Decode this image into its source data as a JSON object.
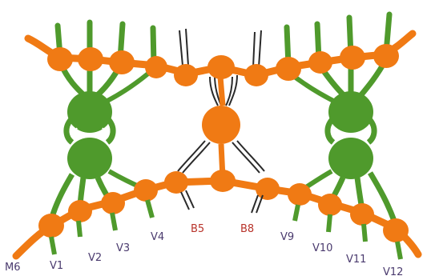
{
  "colors": {
    "background": "#ffffff",
    "orange": "#f07a14",
    "orange_dark": "#d8620a",
    "green": "#4f9a2c",
    "green_light": "#6ab23e",
    "pair_line": "#2a2a2a",
    "label_red": "#b8332a",
    "label_purple": "#4a3a6e"
  },
  "labels": [
    {
      "key": "m6",
      "text": "M6",
      "color": "label_purple"
    },
    {
      "key": "v1",
      "text": "V1",
      "color": "label_purple"
    },
    {
      "key": "v2",
      "text": "V2",
      "color": "label_purple"
    },
    {
      "key": "v3",
      "text": "V3",
      "color": "label_purple"
    },
    {
      "key": "v4",
      "text": "V4",
      "color": "label_purple"
    },
    {
      "key": "b5",
      "text": "B5",
      "color": "label_red"
    },
    {
      "key": "b8",
      "text": "B8",
      "color": "label_red"
    },
    {
      "key": "v9",
      "text": "V9",
      "color": "label_purple"
    },
    {
      "key": "v10",
      "text": "V10",
      "color": "label_purple"
    },
    {
      "key": "v11",
      "text": "V11",
      "color": "label_purple"
    },
    {
      "key": "v12",
      "text": "V12",
      "color": "label_purple"
    }
  ]
}
